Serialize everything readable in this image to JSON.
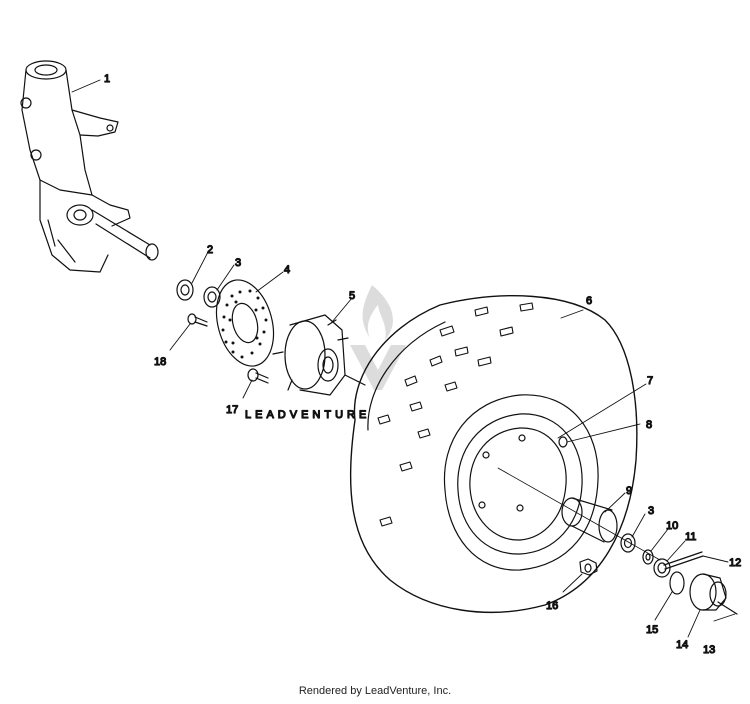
{
  "callouts": [
    {
      "id": "1",
      "label": "1"
    },
    {
      "id": "2",
      "label": "2"
    },
    {
      "id": "3a",
      "label": "3"
    },
    {
      "id": "4",
      "label": "4"
    },
    {
      "id": "5",
      "label": "5"
    },
    {
      "id": "6",
      "label": "6"
    },
    {
      "id": "7",
      "label": "7"
    },
    {
      "id": "8",
      "label": "8"
    },
    {
      "id": "9",
      "label": "9"
    },
    {
      "id": "3b",
      "label": "3"
    },
    {
      "id": "10",
      "label": "10"
    },
    {
      "id": "11",
      "label": "11"
    },
    {
      "id": "12",
      "label": "12"
    },
    {
      "id": "13",
      "label": "13"
    },
    {
      "id": "14",
      "label": "14"
    },
    {
      "id": "15",
      "label": "15"
    },
    {
      "id": "16",
      "label": "16"
    },
    {
      "id": "17",
      "label": "17"
    },
    {
      "id": "18",
      "label": "18"
    }
  ],
  "watermark": {
    "text": "LEADVENTURE"
  },
  "footer": {
    "text": "Rendered by LeadVenture, Inc."
  }
}
